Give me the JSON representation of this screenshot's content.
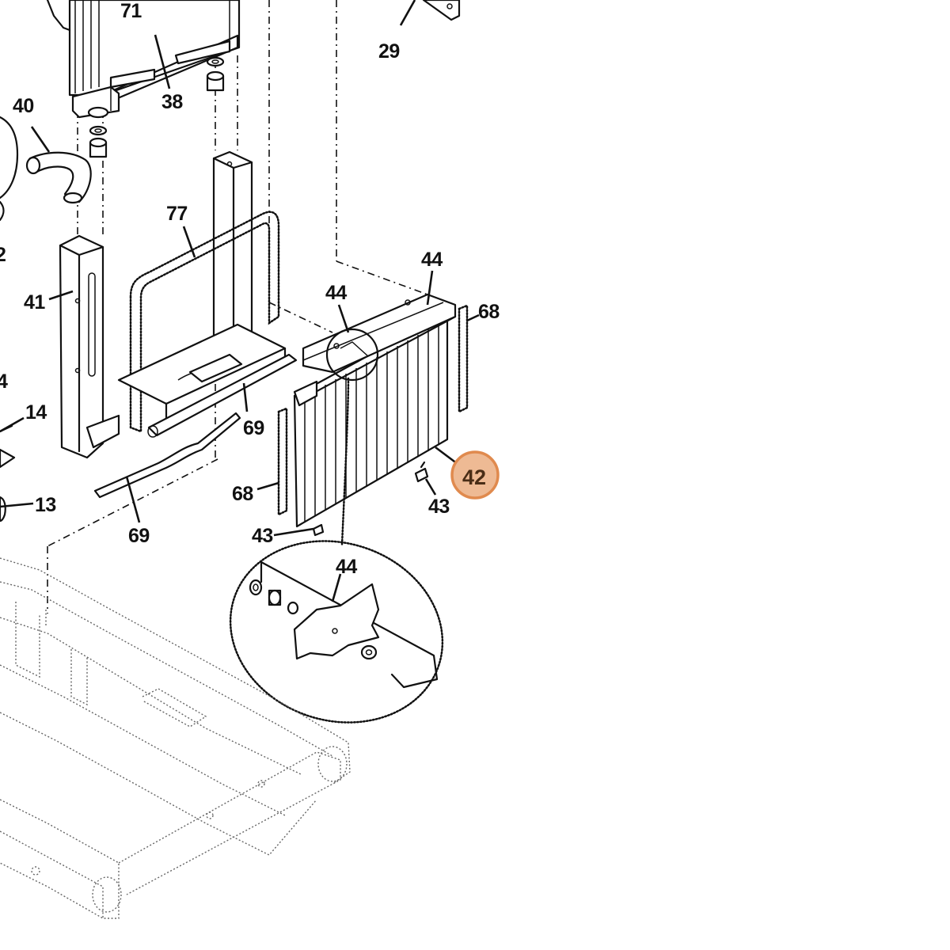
{
  "callouts": {
    "c71": "71",
    "c29": "29",
    "c38": "38",
    "c40": "40",
    "c77": "77",
    "c41": "41",
    "c2": "2",
    "c44a": "44",
    "c44b": "44",
    "c44c": "44",
    "c68a": "68",
    "c68b": "68",
    "c4": "4",
    "c14": "14",
    "c69a": "69",
    "c69b": "69",
    "c13": "13",
    "c43a": "43",
    "c43b": "43",
    "c42": "42"
  },
  "highlight": {
    "part": "42",
    "fill_color": "#eeba94",
    "stroke_color": "#e08a4e"
  }
}
